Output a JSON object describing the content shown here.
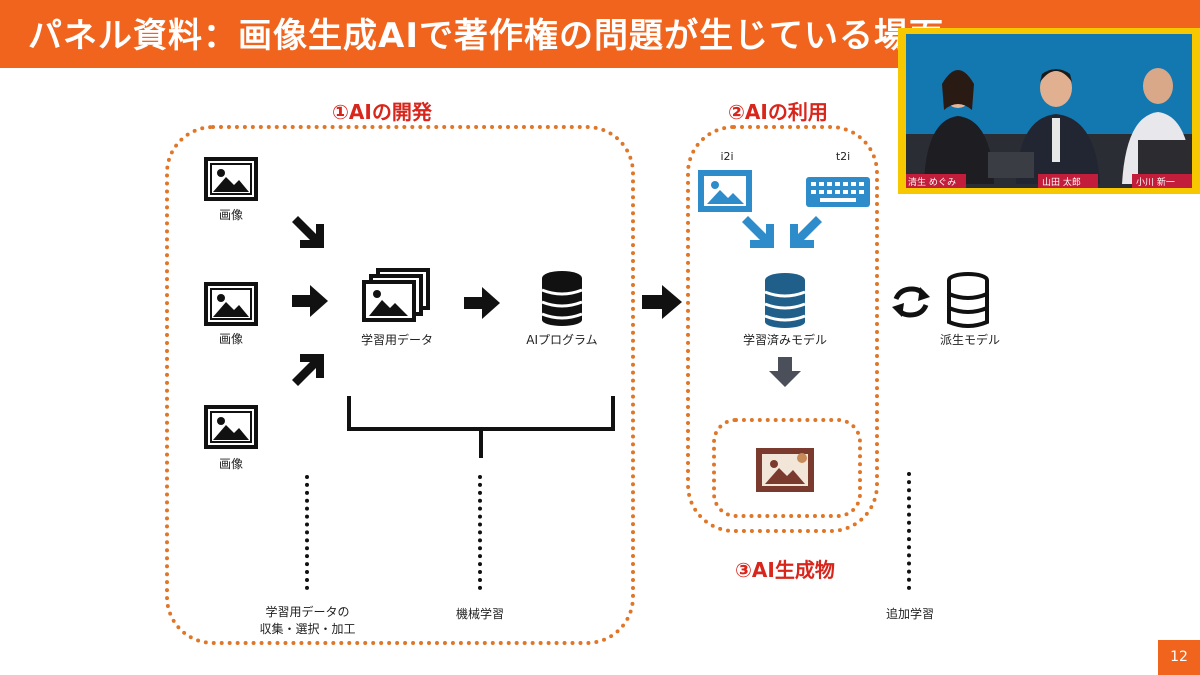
{
  "title": "パネル資料：画像生成AIで著作権の問題が生じている場面",
  "sections": {
    "dev": "①AIの開発",
    "use": "②AIの利用",
    "output": "③AI生成物"
  },
  "labels": {
    "image1": "画像",
    "image2": "画像",
    "image3": "画像",
    "training_data": "学習用データ",
    "ai_program": "AIプログラム",
    "i2i": "i2i",
    "t2i": "t2i",
    "trained_model": "学習済みモデル",
    "derived_model": "派生モデル",
    "collection_line1": "学習用データの",
    "collection_line2": "収集・選択・加工",
    "machine_learning": "機械学習",
    "additional_learning": "追加学習"
  },
  "webcam": {
    "name1": "清生 めぐみ",
    "name2": "山田 太郎",
    "name3": "小川 新一"
  },
  "page_number": "12",
  "colors": {
    "accent": "#f0641e",
    "section_red": "#d8261c",
    "dotted_orange": "#e07628",
    "blue_icon": "#2e8ccb"
  }
}
